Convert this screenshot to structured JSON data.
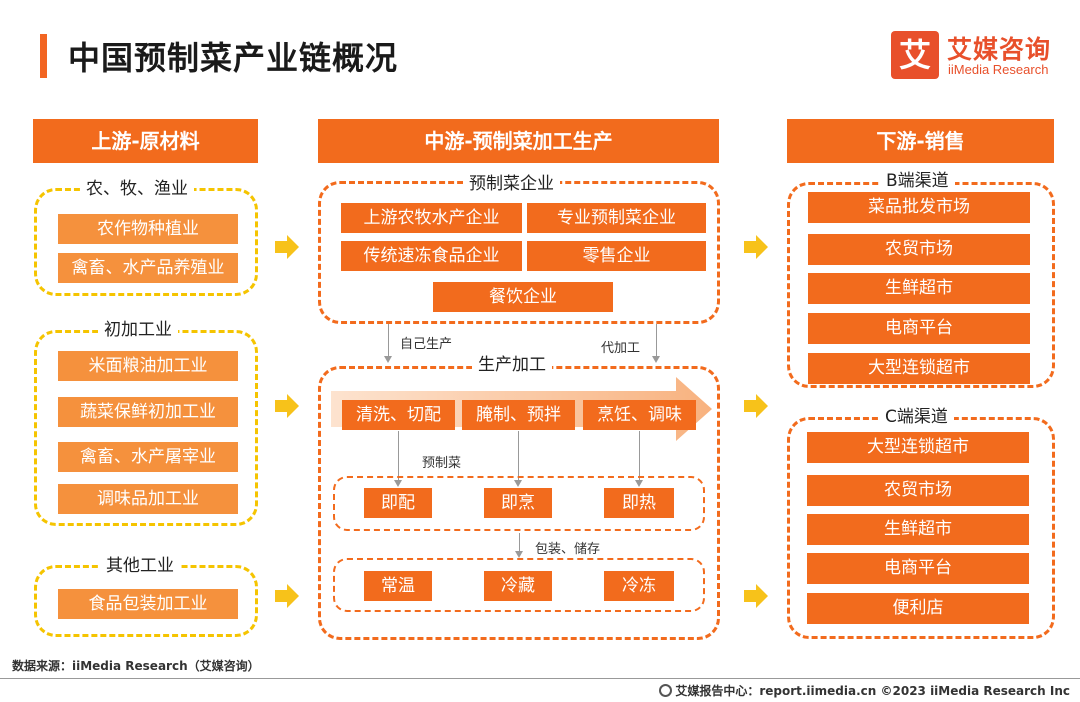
{
  "title": "中国预制菜产业链概况",
  "logo": {
    "mark": "艾",
    "name_cn": "艾媒咨询",
    "name_en": "iiMedia Research"
  },
  "upstream": {
    "header": "上游-原材料",
    "groups": [
      {
        "label": "农、牧、渔业",
        "items": [
          "农作物种植业",
          "禽畜、水产品养殖业"
        ]
      },
      {
        "label": "初加工业",
        "items": [
          "米面粮油加工业",
          "蔬菜保鲜初加工业",
          "禽畜、水产屠宰业",
          "调味品加工业"
        ]
      },
      {
        "label": "其他工业",
        "items": [
          "食品包装加工业"
        ]
      }
    ]
  },
  "midstream": {
    "header": "中游-预制菜加工生产",
    "enterprise": {
      "label": "预制菜企业",
      "items": [
        "上游农牧水产企业",
        "专业预制菜企业",
        "传统速冻食品企业",
        "零售企业",
        "餐饮企业"
      ]
    },
    "flow_left": "自己生产",
    "flow_right": "代加工",
    "production": {
      "label": "生产加工",
      "steps": [
        "清洗、切配",
        "腌制、预拌",
        "烹饪、调味"
      ],
      "step_note": "预制菜",
      "ready": [
        "即配",
        "即烹",
        "即热"
      ],
      "pack_note": "包装、储存",
      "storage": [
        "常温",
        "冷藏",
        "冷冻"
      ]
    }
  },
  "downstream": {
    "header": "下游-销售",
    "b_channel": {
      "label": "B端渠道",
      "items": [
        "菜品批发市场",
        "农贸市场",
        "生鲜超市",
        "电商平台",
        "大型连锁超市"
      ]
    },
    "c_channel": {
      "label": "C端渠道",
      "items": [
        "大型连锁超市",
        "农贸市场",
        "生鲜超市",
        "电商平台",
        "便利店"
      ]
    }
  },
  "source": "数据来源：iiMedia Research（艾媒咨询）",
  "footer": "艾媒报告中心：report.iimedia.cn  ©2023  iiMedia Research  Inc",
  "colors": {
    "orange": "#f26b1d",
    "light_orange": "#f5913d",
    "yellow": "#f5c400",
    "arrow_yellow": "#f7c21a"
  }
}
